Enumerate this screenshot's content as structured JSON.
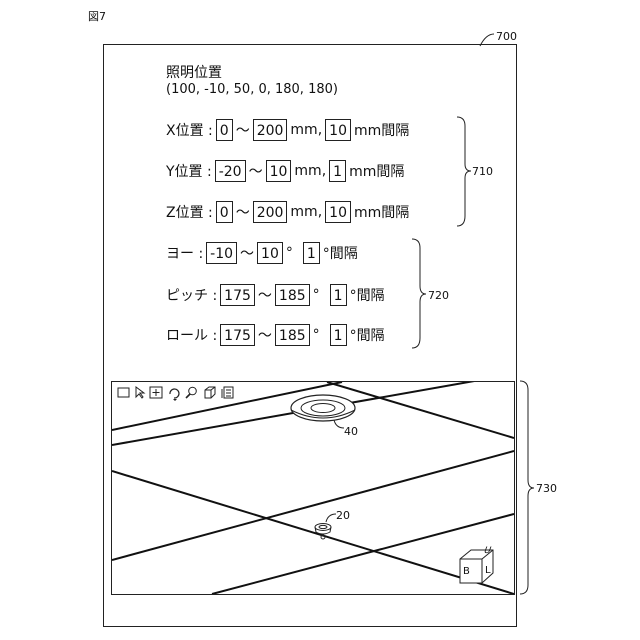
{
  "figure_label": "図7",
  "refs": {
    "ref_700": "700",
    "ref_710": "710",
    "ref_720": "720",
    "ref_730": "730",
    "ref_40": "40",
    "ref_20": "20"
  },
  "lighting": {
    "title": "照明位置",
    "coords": "(100, -10, 50, 0, 180, 180)"
  },
  "position_rows": [
    {
      "label": "X位置 :",
      "from": "0",
      "to": "200",
      "unit": "mm,",
      "step": "10",
      "step_unit": "mm間隔"
    },
    {
      "label": "Y位置 :",
      "from": "-20",
      "to": "10",
      "unit": "mm,",
      "step": "1",
      "step_unit": "mm間隔"
    },
    {
      "label": "Z位置 :",
      "from": "0",
      "to": "200",
      "unit": "mm,",
      "step": "10",
      "step_unit": "mm間隔"
    }
  ],
  "angle_rows": [
    {
      "label": "ヨー :",
      "from": "-10",
      "to": "10",
      "unit": "°",
      "step": "1",
      "step_unit": "°間隔"
    },
    {
      "label": "ピッチ :",
      "from": "175",
      "to": "185",
      "unit": "°",
      "step": "1",
      "step_unit": "°間隔"
    },
    {
      "label": "ロール :",
      "from": "175",
      "to": "185",
      "unit": "°",
      "step": "1",
      "step_unit": "°間隔"
    }
  ],
  "tilde": "〜",
  "toolbar": [
    "select-rect-icon",
    "pointer-icon",
    "pan-icon",
    "rotate-icon",
    "zoom-icon",
    "cube-icon",
    "grid-view-icon"
  ],
  "view_cube": {
    "top": "U",
    "left": "B",
    "right": "L"
  }
}
